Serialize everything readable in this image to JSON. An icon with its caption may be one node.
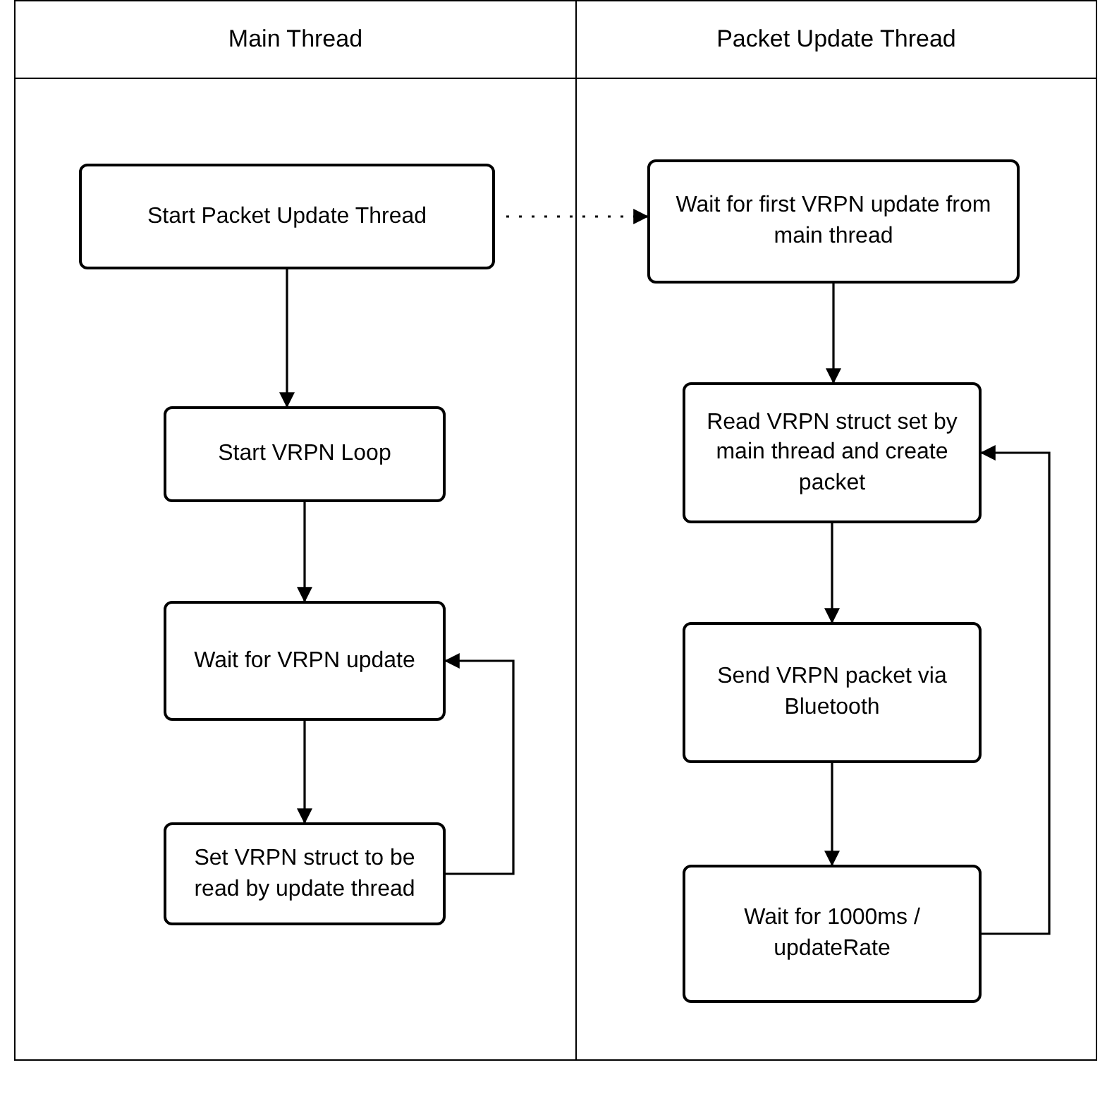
{
  "diagram": {
    "nodes": [
      {
        "text": [
          "Main Thread"
        ]
      },
      {
        "text": [
          "Packet Update Thread"
        ]
      },
      {
        "text": [
          "Start Packet Update Thread"
        ],
        "in": 0
      },
      {
        "text": [
          "Start VRPN Loop"
        ],
        "in": 0
      },
      {
        "text": [
          "Wait for VRPN update"
        ],
        "in": 0
      },
      {
        "text": [
          "Set VRPN struct to be read by update thread"
        ],
        "in": 0
      },
      {
        "text": [
          "Wait for first VRPN update from main thread"
        ],
        "in": 1
      },
      {
        "text": [
          "Read VRPN struct set by main thread and create packet"
        ],
        "in": 1
      },
      {
        "text": [
          "Send VRPN packet via Bluetooth"
        ],
        "in": 1
      },
      {
        "text": [
          "Wait for 1000ms / updateRate"
        ],
        "in": 1
      }
    ],
    "edges": [
      {
        "from": 2,
        "to": 6,
        "arrow": "to",
        "style": "dashed"
      },
      {
        "from": 2,
        "to": 3,
        "arrow": "to"
      },
      {
        "from": 3,
        "to": 4,
        "arrow": "to"
      },
      {
        "from": 4,
        "to": 5,
        "arrow": "to"
      },
      {
        "from": 5,
        "to": 4,
        "arrow": "to"
      },
      {
        "from": 6,
        "to": 7,
        "arrow": "to"
      },
      {
        "from": 7,
        "to": 8,
        "arrow": "to"
      },
      {
        "from": 8,
        "to": 9,
        "arrow": "to"
      },
      {
        "from": 9,
        "to": 7,
        "arrow": "to"
      }
    ]
  }
}
